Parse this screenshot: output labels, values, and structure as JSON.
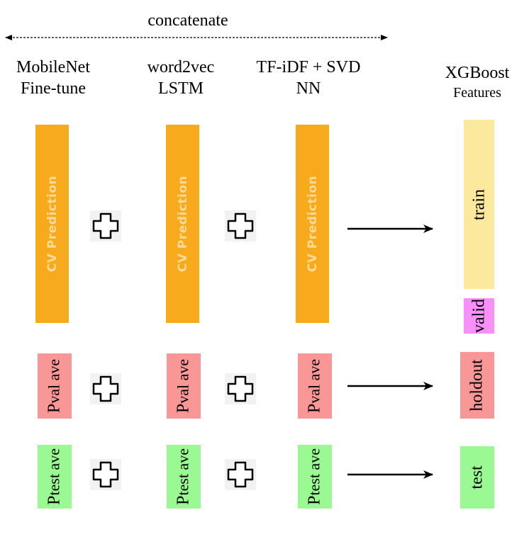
{
  "header": {
    "concatenate_label": "concatenate"
  },
  "columns": {
    "mobilenet": {
      "line1": "MobileNet",
      "line2": "Fine-tune"
    },
    "word2vec": {
      "line1": "word2vec",
      "line2": "LSTM"
    },
    "tfidf": {
      "line1": "TF-iDF + SVD",
      "line2": "NN"
    },
    "xgboost": {
      "line1": "XGBoost",
      "line2": "Features"
    }
  },
  "bars": {
    "cv_label": "CV Prediction",
    "pval_main": "P",
    "pval_sub": "val ave",
    "ptest_main": "P",
    "ptest_sub": "test ave"
  },
  "features": {
    "train": "train",
    "valid": "valid",
    "holdout": "holdout",
    "test": "test"
  },
  "colors": {
    "cv": "#f7aa1c",
    "pval": "#f99797",
    "ptest": "#9af993",
    "train": "#fde99d",
    "valid": "#f98ff9",
    "holdout": "#f99797",
    "test": "#9af993"
  },
  "icons": {
    "plus": "plus-icon",
    "arrow": "arrow-right-icon",
    "double_arrow": "double-arrow-icon"
  }
}
